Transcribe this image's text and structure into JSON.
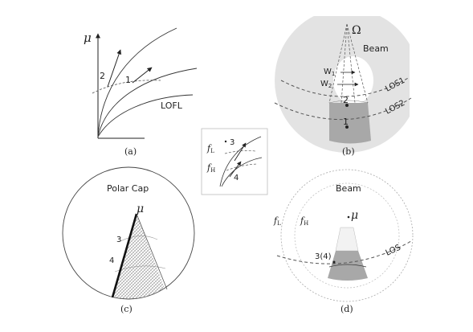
{
  "panels": {
    "a": {
      "caption": "(a)",
      "axis_label": "μ",
      "label_2": "2",
      "label_1": "1",
      "label_lofl": "LOFL"
    },
    "b": {
      "caption": "(b)",
      "label_omega": "Ω",
      "label_beam": "Beam",
      "label_w1_main": "W",
      "label_w1_sub": "1",
      "label_w2_main": "W",
      "label_w2_sub": "2",
      "label_los1": "LOS1",
      "label_los2": "LOS2",
      "label_2": "2",
      "label_1": "1"
    },
    "inset": {
      "label_fl_main": "f",
      "label_fl_sub": "L",
      "label_fh_main": "f",
      "label_fh_sub": "H",
      "label_3": "3",
      "label_4": "4"
    },
    "c": {
      "caption": "(c)",
      "label_polar_cap": "Polar Cap",
      "label_mu": "μ",
      "label_3": "3",
      "label_4": "4"
    },
    "d": {
      "caption": "(d)",
      "label_beam": "Beam",
      "label_fl_main": "f",
      "label_fl_sub": "L",
      "label_fh_main": "f",
      "label_fh_sub": "H",
      "label_mu": "μ",
      "label_34": "3(4)",
      "label_los": "LOS"
    }
  },
  "colors": {
    "ink": "#222222",
    "beam_fill": "#e3e3e3",
    "cone_fill": "#a8a8a8",
    "cone_light": "#f2f2f2",
    "dashed": "#555555",
    "hatch": "#999999"
  }
}
